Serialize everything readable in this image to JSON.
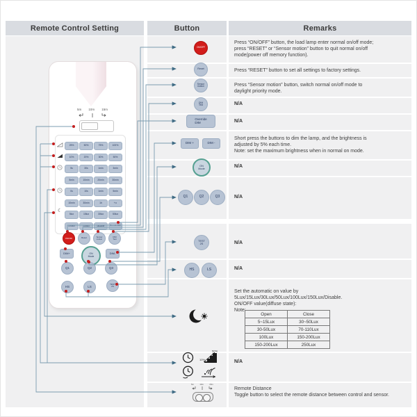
{
  "header": {
    "col_setting": "Remote Control Setting",
    "col_button": "Button",
    "col_remarks": "Remarks"
  },
  "colors": {
    "accent_red": "#d21d1b",
    "button_fill": "#b7c3d4",
    "teal_ring": "#55a091",
    "header_bg": "#d9dce1",
    "row_bg": "#f0f0f1",
    "wire": "#7b9cb0"
  },
  "remarks": {
    "r1": "Press “ON/OFF” button, the load lamp enter normal on/off mode;\npress “RESET” or “Sensor motion” button to quit normal on/off\nmode(power off memory function).",
    "r2": "Press “RESET” button to set all settings to factory settings.",
    "r3": "Press “Sensor motion” button, switch normal on/off mode to\ndaylight priority mode.",
    "r4": "N/A",
    "r5": "N/A",
    "r6": "Short press the buttons to dim the lamp, and the brightness is\nadjusted by 5% each time.\nNote: set the maximum brightness when in normal on mode.",
    "r7": "N/A",
    "r8": "N/A",
    "r9": "N/A",
    "r10": "N/A",
    "r11": "Set the automatic on value by\n5Lux/15Lux/30Lux/50Lux/100Lux/150Lux/Disable.\nON/OFF value(diffuse state):\nNote:",
    "r12": "N/A",
    "r13": "Remote Distance\nToggle button to select the remote distance between control and sensor."
  },
  "lux_table": {
    "headers": [
      "Open",
      "Close"
    ],
    "rows": [
      [
        "5~15Lux",
        "30~50Lux"
      ],
      [
        "30-50Lux",
        "70-110Lux"
      ],
      [
        "100Lux",
        "150-200Lux"
      ],
      [
        "150-200Lux",
        "250Lux"
      ]
    ]
  },
  "button_col": {
    "on_off": "ON/OFF",
    "reset": "Reset",
    "sensor_motion": "Sensor\nmotion",
    "dim_test": "DIM\nTest",
    "override_dim": "Override\nDIM",
    "dim_plus": "DIM +",
    "dim_minus": "DIM -",
    "on_mode": "ON\nMode",
    "q1": "Q1",
    "q2": "Q2",
    "q3": "Q3",
    "test_2s": "TEST\n2S",
    "hs": "HS",
    "ls": "LS"
  },
  "icons": {
    "stairs_top": "50%",
    "stairs_bottom": "10%"
  },
  "remote": {
    "distance_labels": [
      "5m",
      "10m",
      "15m"
    ],
    "grid": [
      [
        "25%",
        "50%",
        "75%",
        "100%"
      ],
      [
        "10%",
        "20%",
        "30%",
        "50%"
      ],
      [
        "5s",
        "30s",
        "1min",
        "3min"
      ],
      [
        "5min",
        "10min",
        "20min",
        "30min"
      ],
      [
        "0s",
        "10s",
        "1min",
        "5min"
      ],
      [
        "10min",
        "30min",
        "1h",
        "+∞"
      ],
      [
        "5lux",
        "15lux",
        "30lux",
        "50lux"
      ],
      [
        "100lux",
        "150lux",
        "disable",
        "Override DIM"
      ]
    ],
    "buttons": {
      "on_off": "ON/OFF",
      "reset": "Reset",
      "sensor_motion": "Sensor\nmotion",
      "dim_test": "DIM\nTest",
      "dim_plus": "DIM+",
      "on_mode": "ON\nMode",
      "dim_minus": "DIM-",
      "q1": "Q1",
      "q2": "Q2",
      "q3": "Q3",
      "hs": "HS",
      "ls": "LS",
      "test_2s": "TEST\n2S"
    }
  }
}
